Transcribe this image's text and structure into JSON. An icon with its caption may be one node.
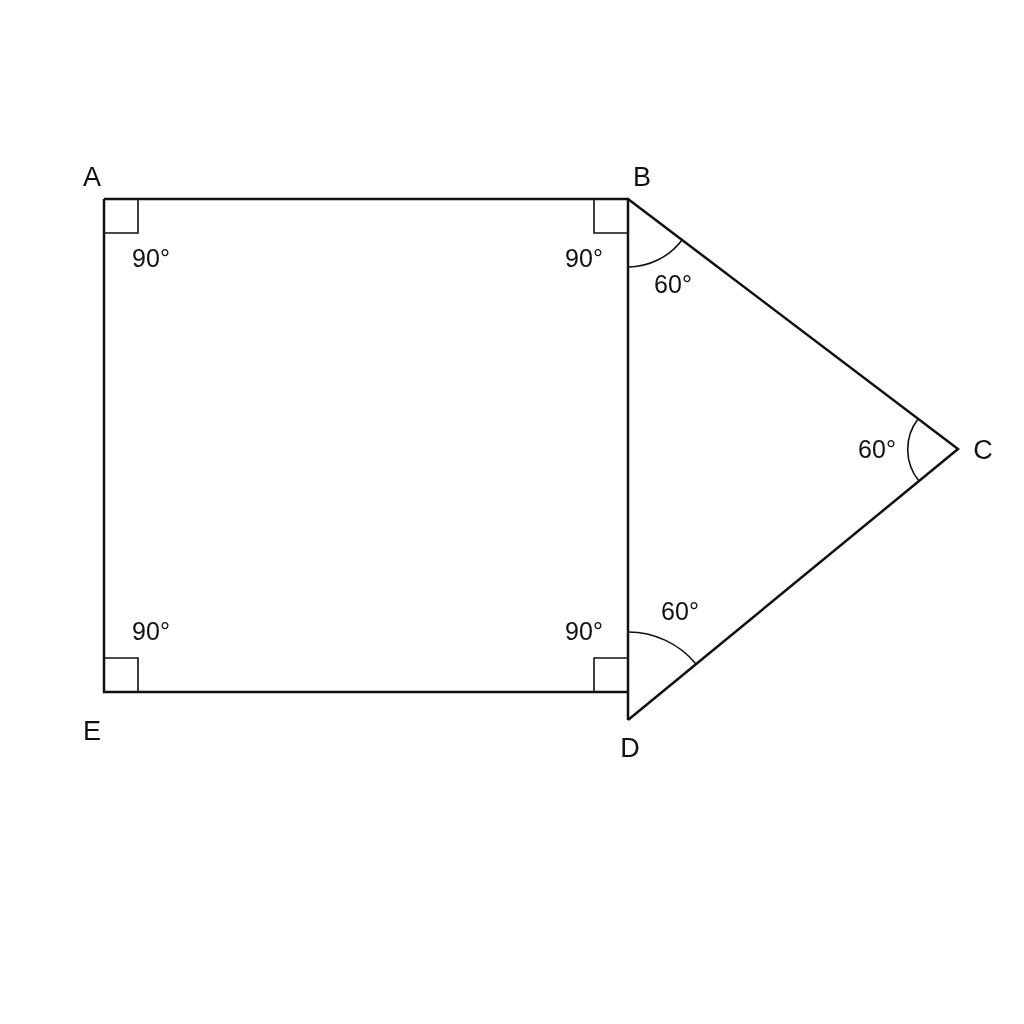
{
  "diagram": {
    "labels": [
      "A",
      "B",
      "90°",
      "90°",
      "60°",
      "60°",
      "C",
      "60°",
      "90°",
      "90°",
      "E",
      "D"
    ]
  }
}
